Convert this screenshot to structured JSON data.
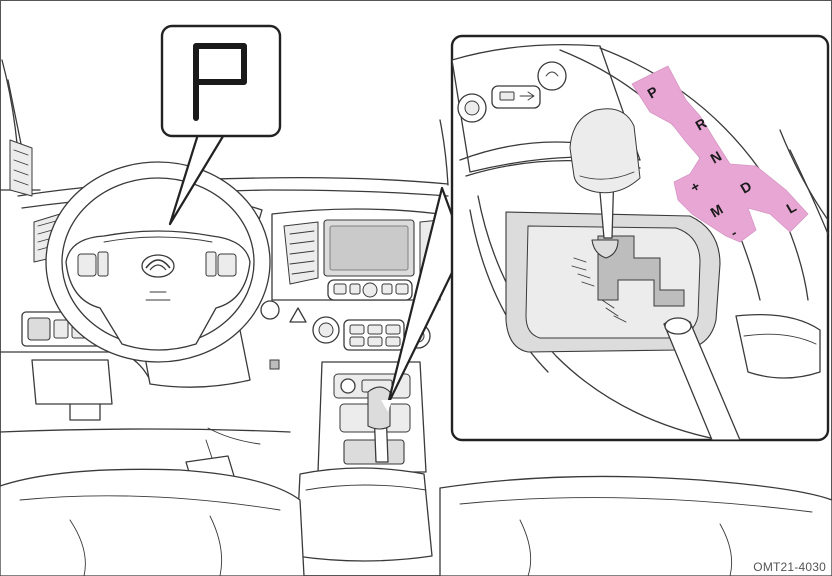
{
  "figure": {
    "code": "OMT21-4030",
    "display_letter": "P",
    "shift_pattern": [
      "P",
      "R",
      "N",
      "D",
      "L",
      "+",
      "M",
      "-"
    ]
  },
  "colors": {
    "line": "#3a3a3a",
    "highlight": "#e7a6d3",
    "page_border": "#555555"
  },
  "icons": [
    "brand-logo-icon"
  ]
}
